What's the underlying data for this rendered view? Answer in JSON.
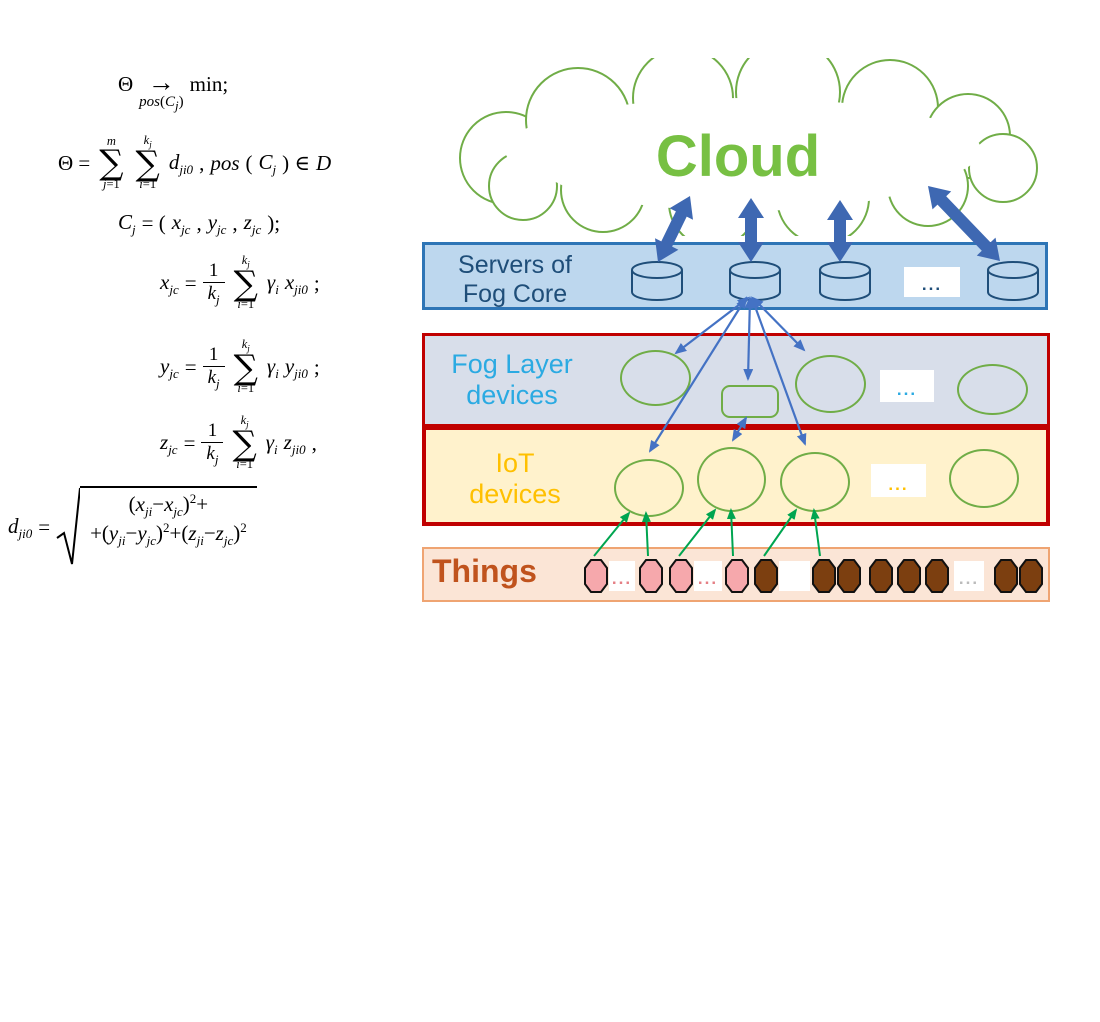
{
  "cloud": {
    "label": "Cloud"
  },
  "dots": "...",
  "symbols": {
    "sum": "∑"
  },
  "bands": {
    "servers": {
      "label_line1": "Servers of",
      "label_line2": "Fog Core",
      "items": [
        "cylinder",
        "cylinder",
        "cylinder",
        "dots",
        "cylinder"
      ]
    },
    "fog": {
      "label_line1": "Fog Layer",
      "label_line2": "devices",
      "items": [
        "circle",
        "rect",
        "circle",
        "dots",
        "circle"
      ]
    },
    "iot": {
      "label_line1": "IoT",
      "label_line2": "devices",
      "items": [
        "circle",
        "circle",
        "circle",
        "dots",
        "circle"
      ]
    },
    "things": {
      "label": "Things",
      "items": [
        {
          "shape": "octagon",
          "tone": "pink"
        },
        {
          "shape": "dots",
          "tone": "pink"
        },
        {
          "shape": "octagon",
          "tone": "pink"
        },
        {
          "shape": "octagon",
          "tone": "pink"
        },
        {
          "shape": "dots",
          "tone": "pink"
        },
        {
          "shape": "octagon",
          "tone": "pink"
        },
        {
          "shape": "octagon",
          "tone": "brown"
        },
        {
          "shape": "box",
          "tone": "blank"
        },
        {
          "shape": "octagon",
          "tone": "brown"
        },
        {
          "shape": "octagon",
          "tone": "brown"
        },
        {
          "shape": "octagon",
          "tone": "brown"
        },
        {
          "shape": "octagon",
          "tone": "brown"
        },
        {
          "shape": "octagon",
          "tone": "brown"
        },
        {
          "shape": "dots",
          "tone": "gray"
        },
        {
          "shape": "octagon",
          "tone": "brown"
        },
        {
          "shape": "octagon",
          "tone": "brown"
        }
      ]
    }
  },
  "colors": {
    "band-servers-bg": "#BDD7EE",
    "band-servers-border": "#2E75B6",
    "servers-label": "#1F4E79",
    "band-fog-bg": "#D8DEEA",
    "band-fog-border": "#C00000",
    "fog-label": "#2BAAE2",
    "band-iot-bg": "#FFF2CC",
    "iot-label": "#FFC000",
    "band-things-bg": "#FBE5D6",
    "band-things-border": "#EFA472",
    "things-label": "#C0531D",
    "green-shape": "#70AD47",
    "cloud-text": "#77C043",
    "cloud-outline": "#70AD47",
    "thick-arrow": "#3E68B2",
    "thin-arrow": "#4472C4",
    "green-arrow": "#00A550",
    "cyl-stroke": "#1F4E79",
    "cyl-fill": "#BDD7EE",
    "pink": "#F6A8AC",
    "brown": "#7C3F10",
    "octagon-stroke": "#111111",
    "dots-servers": "#1F4E79",
    "dots-fog": "#2BAAE2",
    "dots-iot": "#FFC000",
    "dots-pink": "#E57F85",
    "dots-gray": "#BBBBBB",
    "formula-color": "#000000"
  },
  "formulas": [
    {
      "name": "objective",
      "tokens": [
        {
          "t": "r",
          "v": "Θ"
        },
        {
          "t": "over",
          "top": [
            {
              "t": "r",
              "v": "→"
            }
          ],
          "bot": [
            {
              "t": "x",
              "v": "pos"
            },
            {
              "t": "r",
              "v": "("
            },
            {
              "t": "s",
              "v": "C",
              "b": "j"
            },
            {
              "t": "r",
              "v": ")"
            }
          ]
        },
        {
          "t": "r",
          "v": "min;"
        }
      ]
    },
    {
      "name": "total-distance",
      "tokens": [
        {
          "t": "r",
          "v": "Θ = "
        },
        {
          "t": "sum",
          "top": [
            {
              "t": "x",
              "v": "m"
            }
          ],
          "bot": [
            {
              "t": "x",
              "v": "j"
            },
            {
              "t": "r",
              "v": "=1"
            }
          ]
        },
        {
          "t": "sum",
          "top": [
            {
              "t": "s",
              "v": "k",
              "b": "j"
            }
          ],
          "bot": [
            {
              "t": "x",
              "v": "i"
            },
            {
              "t": "r",
              "v": "=1"
            }
          ]
        },
        {
          "t": "s",
          "v": "d",
          "b": "ji0"
        },
        {
          "t": "r",
          "v": ", "
        },
        {
          "t": "x",
          "v": "pos"
        },
        {
          "t": "r",
          "v": "("
        },
        {
          "t": "s",
          "v": "C",
          "b": "j"
        },
        {
          "t": "r",
          "v": ") ∈ "
        },
        {
          "t": "x",
          "v": "D"
        }
      ]
    },
    {
      "name": "cluster-center",
      "tokens": [
        {
          "t": "s",
          "v": "C",
          "b": "j"
        },
        {
          "t": "r",
          "v": " = ("
        },
        {
          "t": "s",
          "v": "x",
          "b": "jc"
        },
        {
          "t": "r",
          "v": ", "
        },
        {
          "t": "s",
          "v": "y",
          "b": "jc"
        },
        {
          "t": "r",
          "v": ", "
        },
        {
          "t": "s",
          "v": "z",
          "b": "jc"
        },
        {
          "t": "r",
          "v": ");"
        }
      ]
    },
    {
      "name": "x-center",
      "tokens": [
        {
          "t": "s",
          "v": "x",
          "b": "jc"
        },
        {
          "t": "r",
          "v": " = "
        },
        {
          "t": "frac",
          "n": [
            {
              "t": "r",
              "v": "1"
            }
          ],
          "d": [
            {
              "t": "s",
              "v": "k",
              "b": "j"
            }
          ]
        },
        {
          "t": "sum",
          "top": [
            {
              "t": "s",
              "v": "k",
              "b": "j"
            }
          ],
          "bot": [
            {
              "t": "x",
              "v": "i"
            },
            {
              "t": "r",
              "v": "=1"
            }
          ]
        },
        {
          "t": "s",
          "v": "γ",
          "b": "i"
        },
        {
          "t": "s",
          "v": "x",
          "b": "ji0"
        },
        {
          "t": "r",
          "v": ";"
        }
      ]
    },
    {
      "name": "y-center",
      "tokens": [
        {
          "t": "s",
          "v": "y",
          "b": "jc"
        },
        {
          "t": "r",
          "v": " = "
        },
        {
          "t": "frac",
          "n": [
            {
              "t": "r",
              "v": "1"
            }
          ],
          "d": [
            {
              "t": "s",
              "v": "k",
              "b": "j"
            }
          ]
        },
        {
          "t": "sum",
          "top": [
            {
              "t": "s",
              "v": "k",
              "b": "j"
            }
          ],
          "bot": [
            {
              "t": "x",
              "v": "i"
            },
            {
              "t": "r",
              "v": "=1"
            }
          ]
        },
        {
          "t": "s",
          "v": "γ",
          "b": "i"
        },
        {
          "t": "s",
          "v": "y",
          "b": "ji0"
        },
        {
          "t": "r",
          "v": ";"
        }
      ]
    },
    {
      "name": "z-center",
      "tokens": [
        {
          "t": "s",
          "v": "z",
          "b": "jc"
        },
        {
          "t": "r",
          "v": " = "
        },
        {
          "t": "frac",
          "n": [
            {
              "t": "r",
              "v": "1"
            }
          ],
          "d": [
            {
              "t": "s",
              "v": "k",
              "b": "j"
            }
          ]
        },
        {
          "t": "sum",
          "top": [
            {
              "t": "s",
              "v": "k",
              "b": "j"
            }
          ],
          "bot": [
            {
              "t": "x",
              "v": "i"
            },
            {
              "t": "r",
              "v": "=1"
            }
          ]
        },
        {
          "t": "s",
          "v": "γ",
          "b": "i"
        },
        {
          "t": "s",
          "v": "z",
          "b": "ji0"
        },
        {
          "t": "r",
          "v": ","
        }
      ]
    },
    {
      "name": "distance",
      "tokens": [
        {
          "t": "s",
          "v": "d",
          "b": "ji0"
        },
        {
          "t": "r",
          "v": " = "
        },
        {
          "t": "sqrt",
          "rows": [
            [
              {
                "t": "r",
                "v": "("
              },
              {
                "t": "s",
                "v": "x",
                "b": "ji"
              },
              {
                "t": "r",
                "v": " − "
              },
              {
                "t": "s",
                "v": "x",
                "b": "jc"
              },
              {
                "t": "p",
                "v": ")",
                "p": "2"
              },
              {
                "t": "r",
                "v": " +"
              }
            ],
            [
              {
                "t": "r",
                "v": "+("
              },
              {
                "t": "s",
                "v": "y",
                "b": "ji"
              },
              {
                "t": "r",
                "v": " − "
              },
              {
                "t": "s",
                "v": "y",
                "b": "jc"
              },
              {
                "t": "p",
                "v": ")",
                "p": "2"
              },
              {
                "t": "r",
                "v": " +("
              },
              {
                "t": "s",
                "v": "z",
                "b": "ji"
              },
              {
                "t": "r",
                "v": " − "
              },
              {
                "t": "s",
                "v": "z",
                "b": "jc"
              },
              {
                "t": "p",
                "v": ")",
                "p": "2"
              }
            ]
          ]
        }
      ]
    }
  ]
}
